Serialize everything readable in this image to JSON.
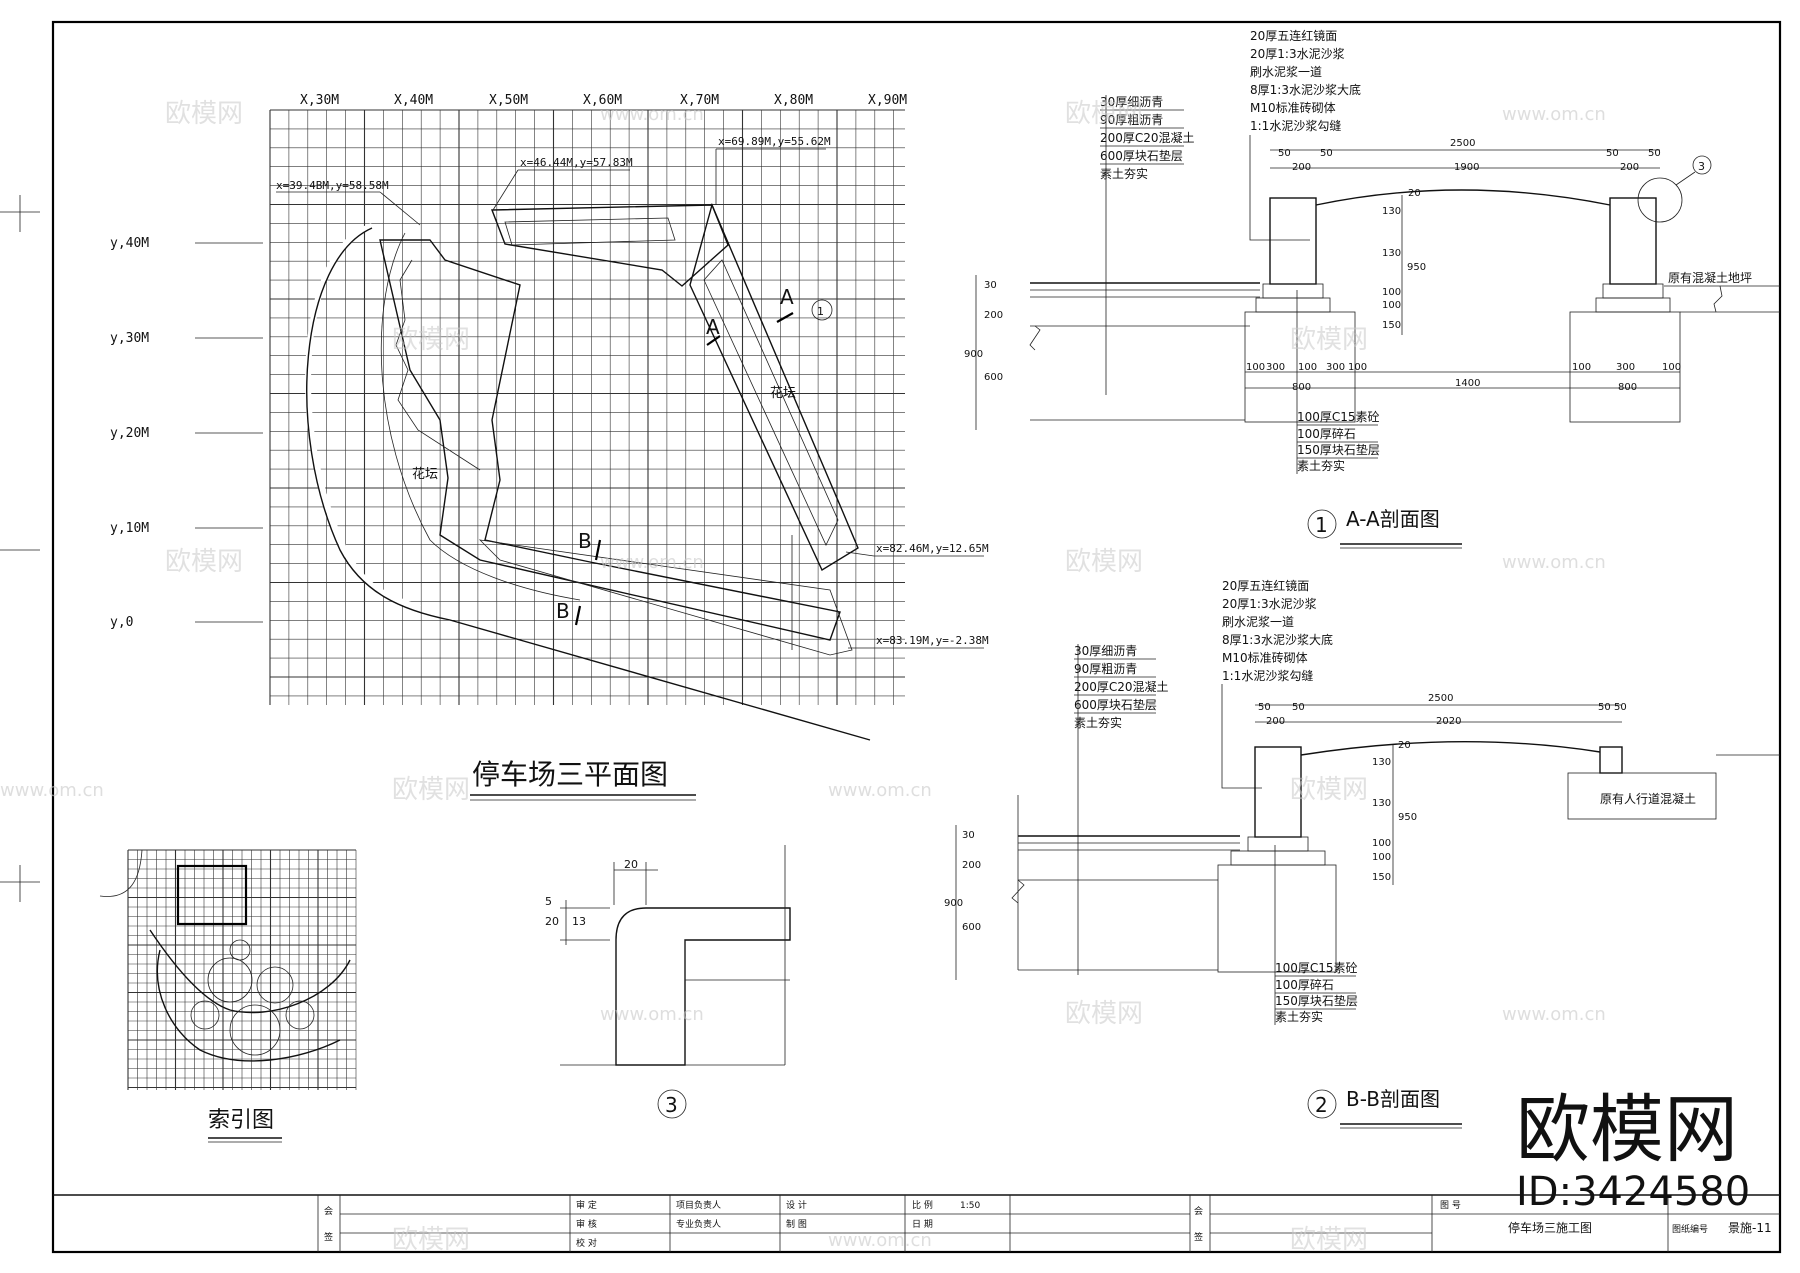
{
  "plan": {
    "title": "停车场三平面图",
    "x_labels": [
      "X,30M",
      "X,40M",
      "X,50M",
      "X,60M",
      "X,70M",
      "X,80M",
      "X,90M"
    ],
    "y_labels": [
      "y,40M",
      "y,30M",
      "y,20M",
      "y,10M",
      "y,0"
    ],
    "coords": [
      "x=39.4BM,y=58.58M",
      "x=46.44M,y=57.83M",
      "x=69.89M,y=55.62M",
      "x=82.46M,y=12.65M",
      "x=83.19M,y=-2.38M"
    ],
    "labels": {
      "flowerbed": "花坛",
      "a": "A",
      "b": "B",
      "marker1": "1"
    }
  },
  "index_map": {
    "title": "索引图"
  },
  "detail3": {
    "label": "3",
    "dims": [
      "20",
      "20",
      "13",
      "5"
    ]
  },
  "section_aa": {
    "number": "1",
    "title": "A-A剖面图",
    "top_layers": [
      "20厚五连红镜面",
      "20厚1:3水泥沙浆",
      "刷水泥浆一道",
      "8厚1:3水泥沙浆大底",
      "M10标准砖砌体",
      "1:1水泥沙浆勾缝"
    ],
    "road_layers": [
      "30厚细沥青",
      "90厚粗沥青",
      "200厚C20混凝土",
      "600厚块石垫层",
      "素土夯实"
    ],
    "base_layers": [
      "100厚C15素砼",
      "100厚碎石",
      "150厚块石垫层",
      "素土夯实"
    ],
    "right_note": "原有混凝土地坪",
    "dims_top": [
      "2500",
      "50",
      "50",
      "200",
      "1900",
      "50",
      "50",
      "200"
    ],
    "dims_bottom": [
      "100",
      "300",
      "100",
      "300",
      "100",
      "1400",
      "100",
      "300",
      "100",
      "800",
      "800"
    ],
    "dims_vertical": [
      "20",
      "130",
      "130",
      "950",
      "100",
      "100",
      "150",
      "30",
      "200",
      "900",
      "600"
    ],
    "callout": "3"
  },
  "section_bb": {
    "number": "2",
    "title": "B-B剖面图",
    "top_layers": [
      "20厚五连红镜面",
      "20厚1:3水泥沙浆",
      "刷水泥浆一道",
      "8厚1:3水泥沙浆大底",
      "M10标准砖砌体",
      "1:1水泥沙浆勾缝"
    ],
    "road_layers": [
      "30厚细沥青",
      "90厚粗沥青",
      "200厚C20混凝土",
      "600厚块石垫层",
      "素土夯实"
    ],
    "base_layers": [
      "100厚C15素砼",
      "100厚碎石",
      "150厚块石垫层",
      "素土夯实"
    ],
    "right_note": "原有人行道混凝土",
    "dims_top": [
      "2500",
      "50",
      "50",
      "200",
      "2020",
      "50",
      "50"
    ],
    "dims_vertical": [
      "20",
      "130",
      "130",
      "950",
      "100",
      "100",
      "150",
      "30",
      "200",
      "900",
      "600"
    ]
  },
  "title_block": {
    "drawing_name": "停车场三施工图",
    "drawing_no": "景施-11",
    "cells": [
      "会",
      "签",
      "审 定",
      "审 核",
      "校 对",
      "项目负责人",
      "专业负责人",
      "设 计",
      "制 图",
      "比 例",
      "1:50",
      "日 期",
      "图 号",
      "图纸编号",
      "会",
      "签"
    ]
  },
  "watermark": {
    "brand": "欧模网",
    "site": "www.om.cn",
    "id": "ID:3424580"
  }
}
